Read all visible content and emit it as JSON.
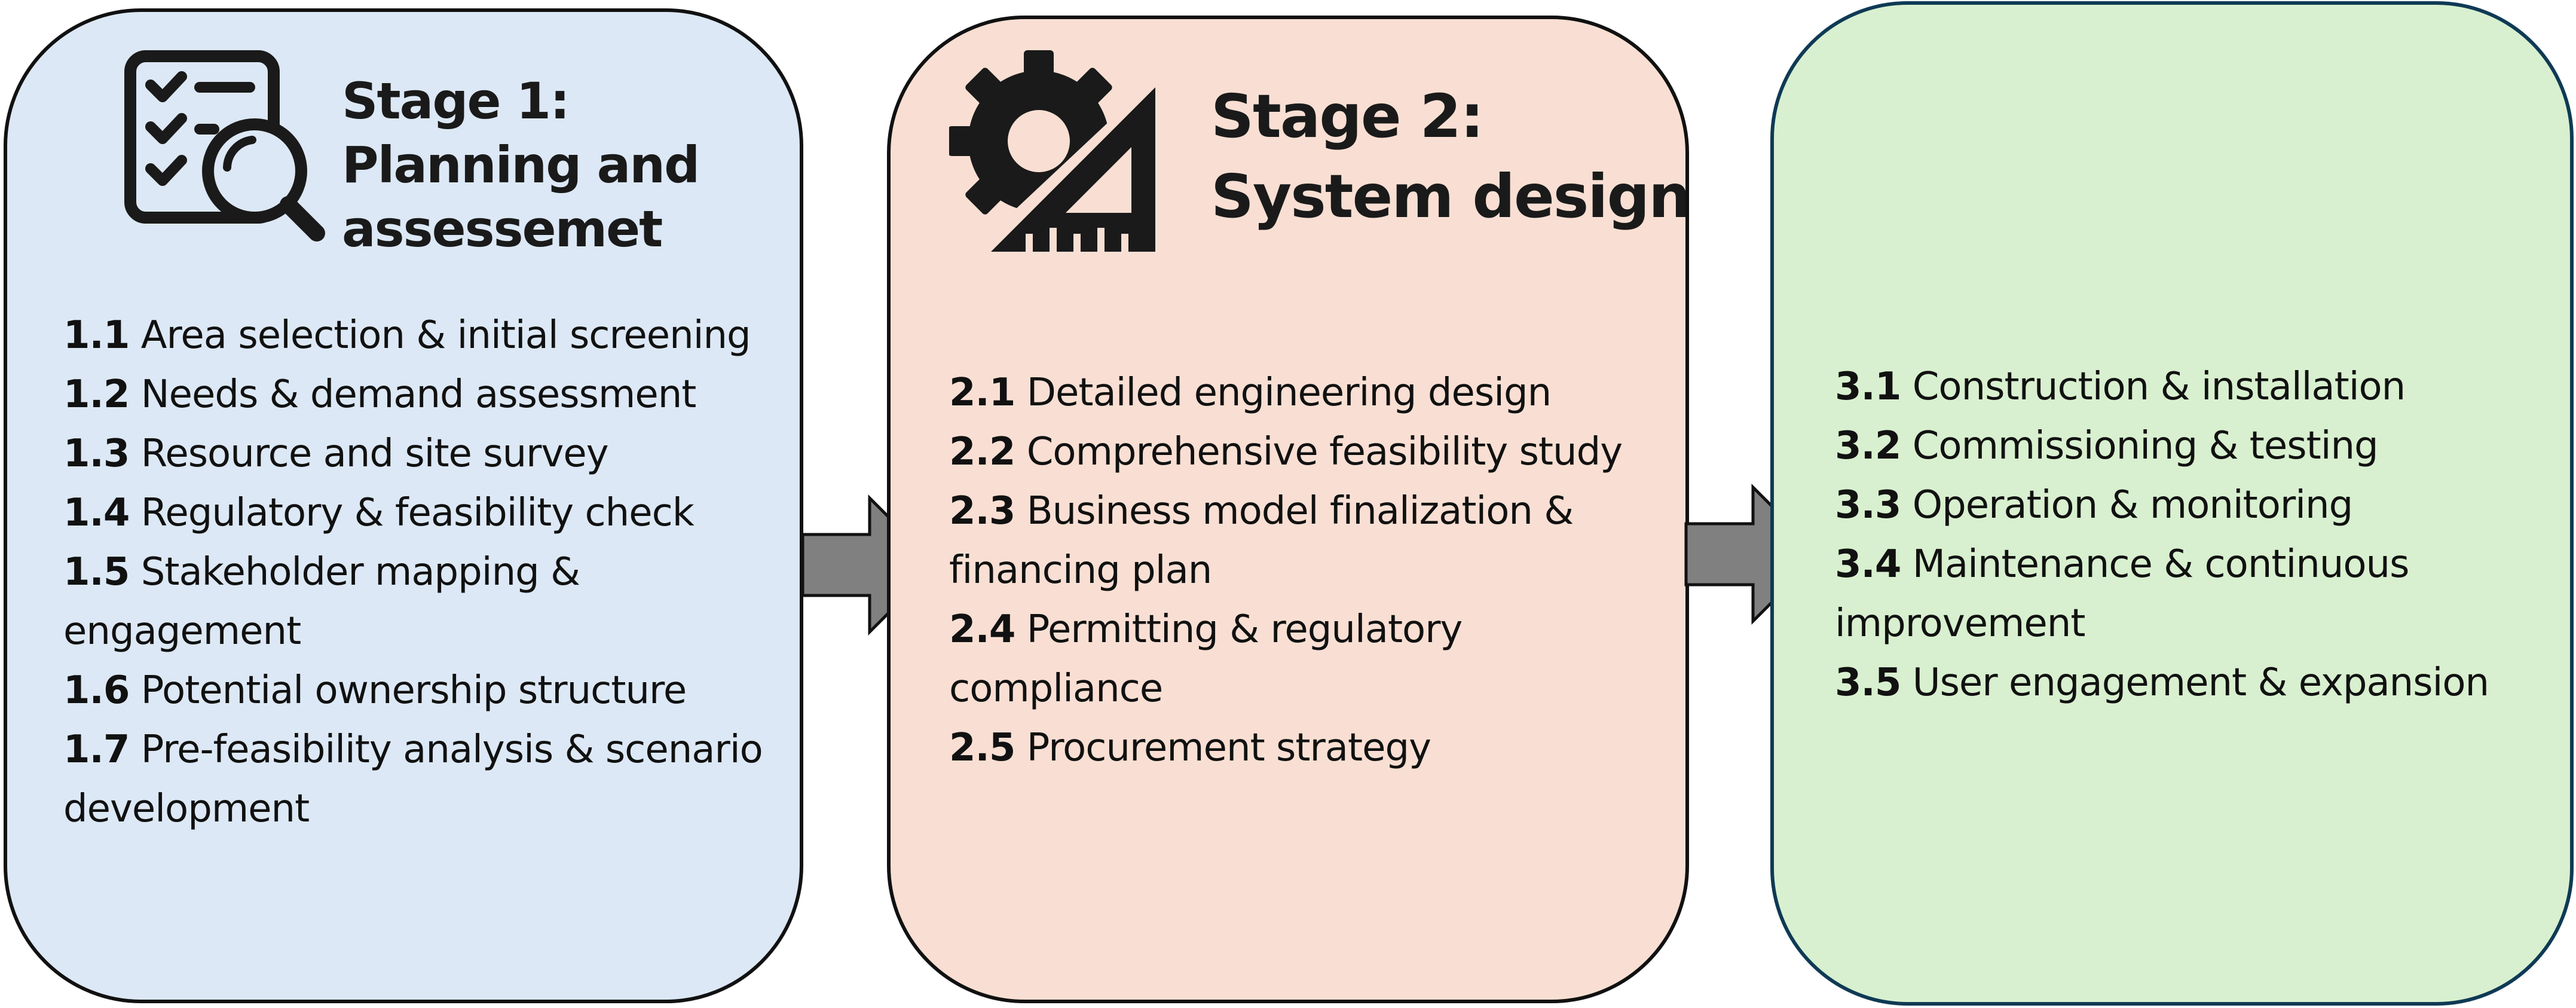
{
  "colors": {
    "stage1_fill": "#dce8f5",
    "stage2_fill": "#f9dfd3",
    "stage3_fill": "#d8f0cf",
    "arrow_fill": "#808080",
    "outline": "#111111"
  },
  "stages": [
    {
      "icon": "checklist-magnifier-icon",
      "title_lines": [
        "Stage 1:",
        "Planning and",
        "assessemet"
      ],
      "items": [
        {
          "num": "1.1",
          "text": "Area selection & initial screening"
        },
        {
          "num": "1.2",
          "text": "Needs & demand assessment"
        },
        {
          "num": "1.3",
          "text": "Resource and site survey"
        },
        {
          "num": "1.4",
          "text": "Regulatory & feasibility check"
        },
        {
          "num": "1.5",
          "text": "Stakeholder mapping & engagement"
        },
        {
          "num": "1.6",
          "text": "Potential ownership structure"
        },
        {
          "num": "1.7",
          "text": "Pre-feasibility analysis & scenario development"
        }
      ]
    },
    {
      "icon": "gear-set-square-icon",
      "title_lines": [
        "Stage 2:",
        "System design"
      ],
      "items": [
        {
          "num": "2.1",
          "text": "Detailed engineering design"
        },
        {
          "num": "2.2",
          "text": "Comprehensive feasibility study"
        },
        {
          "num": "2.3",
          "text": "Business model finalization & financing plan"
        },
        {
          "num": "2.4",
          "text": "Permitting & regulatory compliance"
        },
        {
          "num": "2.5",
          "text": "Procurement strategy"
        }
      ]
    },
    {
      "items": [
        {
          "num": "3.1",
          "text": "Construction & installation"
        },
        {
          "num": "3.2",
          "text": "Commissioning & testing"
        },
        {
          "num": "3.3",
          "text": "Operation & monitoring"
        },
        {
          "num": "3.4",
          "text": "Maintenance & continuous improvement"
        },
        {
          "num": "3.5",
          "text": "User engagement & expansion"
        }
      ]
    }
  ],
  "arrows": [
    {
      "from": "Stage 1",
      "to": "Stage 2",
      "icon": "right-arrow-icon"
    },
    {
      "from": "Stage 2",
      "to": "Stage 3",
      "icon": "right-arrow-icon"
    }
  ]
}
